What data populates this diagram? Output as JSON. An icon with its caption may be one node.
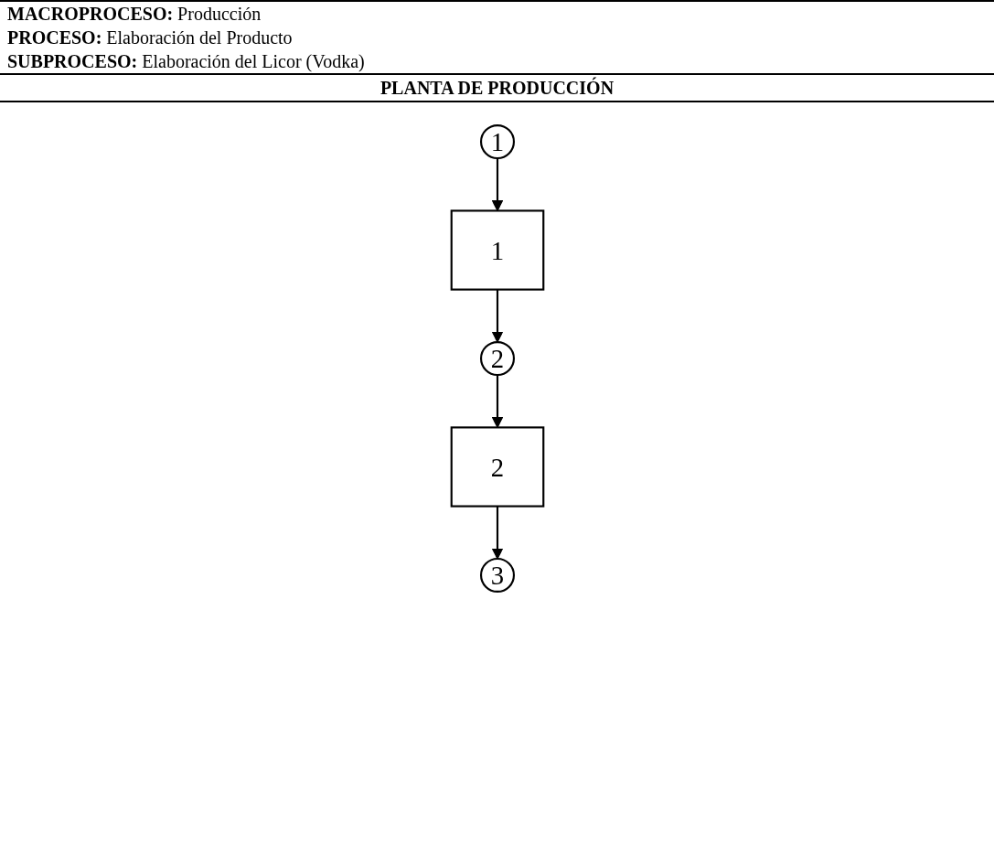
{
  "diagram": {
    "title": "PLANTA DE PRODUCCIÓN",
    "nodes": [
      {
        "text": [
          "1"
        ]
      },
      {
        "text": [
          "1"
        ]
      },
      {
        "text": [
          "2"
        ]
      },
      {
        "text": [
          "2"
        ]
      },
      {
        "text": [
          "3"
        ]
      }
    ],
    "edges": [
      {
        "from": 0,
        "to": 1,
        "arrow": "to"
      },
      {
        "from": 1,
        "to": 2,
        "arrow": "to"
      },
      {
        "from": 2,
        "to": 3,
        "arrow": "to"
      },
      {
        "from": 3,
        "to": 4,
        "arrow": "to"
      }
    ],
    "labels": [
      "**MACROPROCESO:** Producción",
      "**PROCESO:** Elaboración del Producto",
      "**SUBPROCESO:** Elaboración del Licor (Vodka)"
    ]
  }
}
